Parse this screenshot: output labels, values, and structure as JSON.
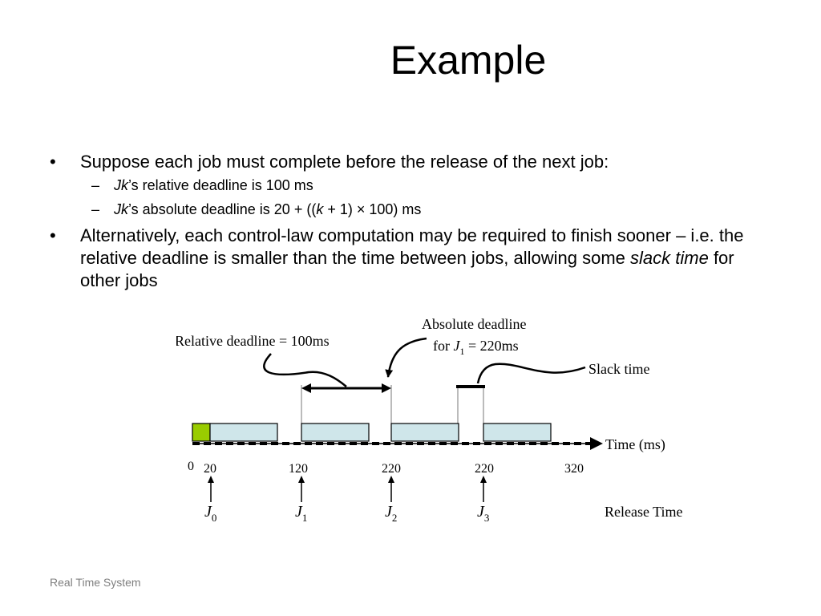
{
  "slide": {
    "title": "Example",
    "footer": "Real Time System"
  },
  "bullets": {
    "b1": "Suppose each job must complete before the release of the next job:",
    "s1_jk": "Jk",
    "s1_rest": "’s relative deadline is 100 ms",
    "s2_jk": "Jk",
    "s2_mid": "’s absolute deadline is 20 + ((",
    "s2_k": "k",
    "s2_end": " + 1) × 100) ms",
    "b2_pre": "Alternatively, each control-law computation may be required to finish sooner – i.e. the relative deadline is smaller than the time between jobs, allowing some ",
    "b2_slack": "slack time",
    "b2_post": " for other jobs"
  },
  "diagram": {
    "relative_deadline_label": "Relative deadline = 100ms",
    "absolute_deadline_line1": "Absolute deadline",
    "absolute_deadline_for": "for ",
    "absolute_deadline_job": "J",
    "absolute_deadline_job_sub": "1",
    "absolute_deadline_value": " = 220ms",
    "slack_time_label": "Slack time",
    "time_axis_label": "Time (ms)",
    "release_time_label": "Release Time",
    "origin_tick": "0",
    "ticks": [
      "20",
      "120",
      "220",
      "220",
      "320"
    ],
    "jobs": [
      {
        "name": "J",
        "sub": "0"
      },
      {
        "name": "J",
        "sub": "1"
      },
      {
        "name": "J",
        "sub": "2"
      },
      {
        "name": "J",
        "sub": "3"
      }
    ],
    "colors": {
      "job_fill": "#cfe6ea",
      "job_stroke": "#000000",
      "first_block_fill": "#99cc00"
    }
  }
}
